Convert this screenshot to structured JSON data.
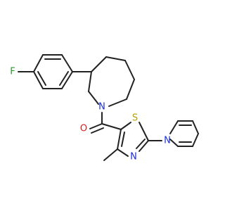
{
  "molecule": {
    "colors": {
      "bond": "#222222",
      "F": "#2a9a2a",
      "N": "#1c2fd6",
      "O": "#d62020",
      "S": "#b8a000"
    },
    "atoms": {
      "fluorine": "F",
      "azepane_nitrogen": "N",
      "carbonyl_oxygen": "O",
      "thiazole_sulfur": "S",
      "thiazole_nitrogen": "N",
      "pyrrole_nitrogen": "N"
    }
  }
}
